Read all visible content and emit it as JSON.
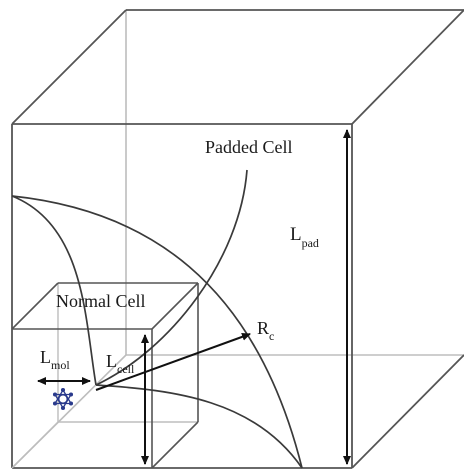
{
  "labels": {
    "padded_cell": "Padded Cell",
    "normal_cell": "Normal Cell",
    "l_pad": {
      "main": "L",
      "sub": "pad"
    },
    "l_cell": {
      "main": "L",
      "sub": "cell"
    },
    "l_mol": {
      "main": "L",
      "sub": "mol"
    },
    "r_c": {
      "main": "R",
      "sub": "c"
    }
  },
  "colors": {
    "outline": "#555555",
    "hidden_edge": "#bdbdbd",
    "arrow": "#111111",
    "molecule": "#2a3a8c"
  },
  "icons": {
    "molecule": "molecule-icon"
  }
}
